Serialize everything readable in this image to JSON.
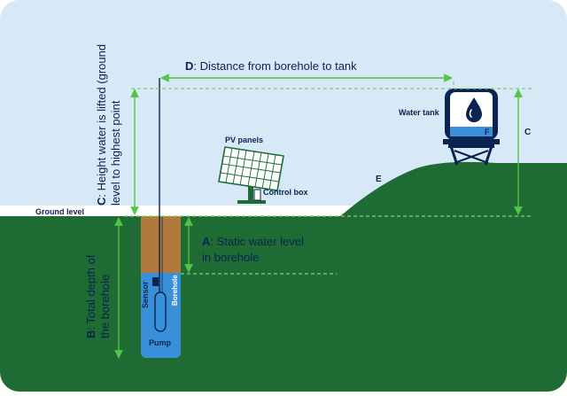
{
  "labels": {
    "ground_level": "Ground level",
    "pv_panels": "PV panels",
    "control_box": "Control box",
    "water_tank": "Water tank",
    "tank_letter": "F",
    "slope_letter": "E",
    "right_c_letter": "C",
    "sensor": "Sensor",
    "borehole": "Borehole",
    "pump": "Pump"
  },
  "dimensions": {
    "d": {
      "letter": "D",
      "text": ": Distance from borehole to tank"
    },
    "a": {
      "letter": "A",
      "text_line1": ": Static water level",
      "text_line2": "in borehole"
    },
    "c": {
      "letter": "C",
      "text_line1": ": Height water is lifted (ground",
      "text_line2": "level to highest point"
    },
    "b": {
      "letter": "B",
      "text_line1": ": Total depth of",
      "text_line2": "the borehole"
    }
  },
  "colors": {
    "sky": "#d7e9f7",
    "ground": "#1e6b34",
    "soil": "#b07a3c",
    "water": "#3a90d8",
    "navy": "#0b2350",
    "arrow_green": "#52c448",
    "dash_green": "#7bd46a"
  }
}
